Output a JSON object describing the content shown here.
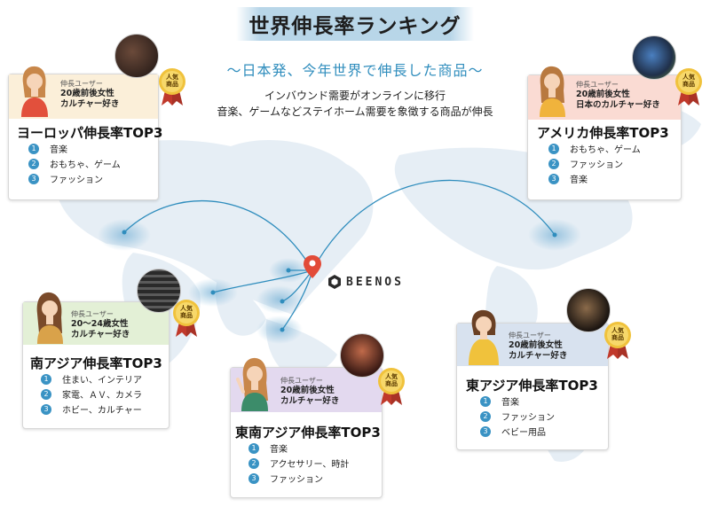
{
  "title": "世界伸長率ランキング",
  "subtitle": "〜日本発、今年世界で伸長した商品〜",
  "description_lines": [
    "インバウンド需要がオンラインに移行",
    "音楽、ゲームなどステイホーム需要を象徴する商品が伸長"
  ],
  "logo_text": "BEENOS",
  "badge_text": "人気\n商品",
  "colors": {
    "accent": "#3a93c4",
    "europe": "#fbefd9",
    "america": "#fadbd3",
    "south_asia": "#e3f0d6",
    "southeast_asia": "#e3d9ef",
    "east_asia": "#d8e2ef",
    "map_land": "#e6eef5",
    "route": "#2f8dbd",
    "pin": "#e24b38"
  },
  "cards": {
    "europe": {
      "user_label": "伸長ユーザー",
      "user_desc": [
        "20歳前後女性",
        "カルチャー好き"
      ],
      "region": "ヨーロッパ伸長率TOP3",
      "items": [
        "音楽",
        "おもちゃ、ゲーム",
        "ファッション"
      ]
    },
    "america": {
      "user_label": "伸長ユーザー",
      "user_desc": [
        "20歳前後女性",
        "日本のカルチャー好き"
      ],
      "region": "アメリカ伸長率TOP3",
      "items": [
        "おもちゃ、ゲーム",
        "ファッション",
        "音楽"
      ]
    },
    "south_asia": {
      "user_label": "伸長ユーザー",
      "user_desc": [
        "20〜24歳女性",
        "カルチャー好き"
      ],
      "region": "南アジア伸長率TOP3",
      "items": [
        "住まい、インテリア",
        "家電、ＡＶ、カメラ",
        "ホビー、カルチャー"
      ]
    },
    "southeast_asia": {
      "user_label": "伸長ユーザー",
      "user_desc": [
        "20歳前後女性",
        "カルチャー好き"
      ],
      "region": "東南アジア伸長率TOP3",
      "items": [
        "音楽",
        "アクセサリー、時計",
        "ファッション"
      ]
    },
    "east_asia": {
      "user_label": "伸長ユーザー",
      "user_desc": [
        "20歳前後女性",
        "カルチャー好き"
      ],
      "region": "東アジア伸長率TOP3",
      "items": [
        "音楽",
        "ファッション",
        "ベビー用品"
      ]
    }
  }
}
